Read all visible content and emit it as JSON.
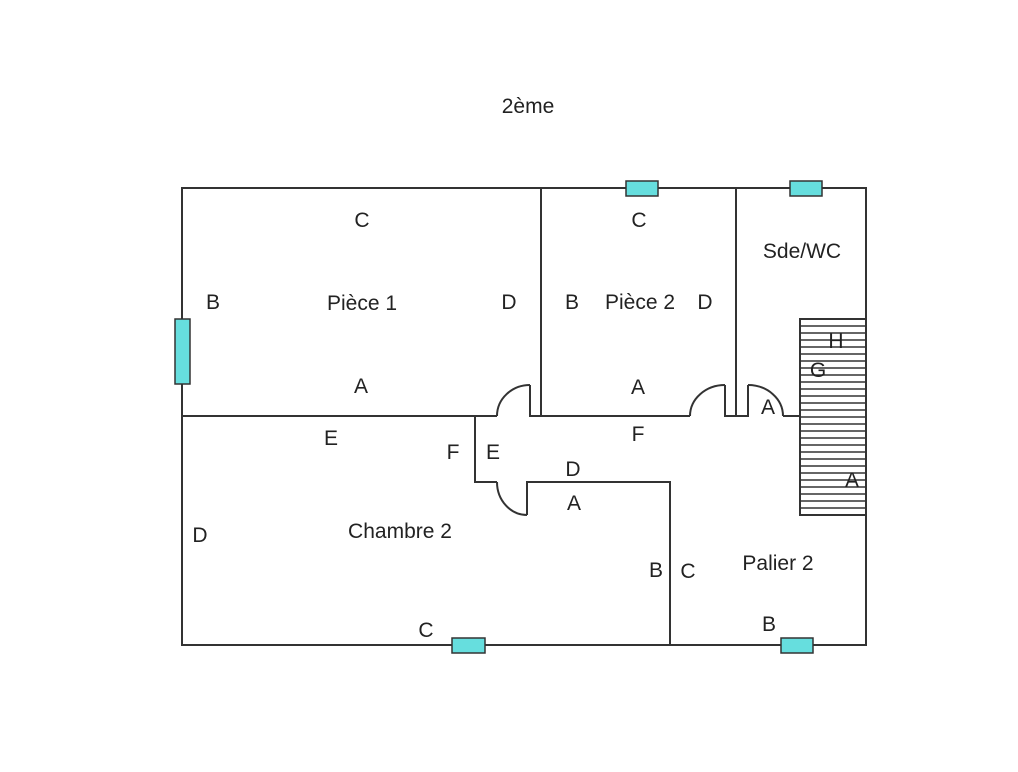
{
  "title": "2ème",
  "rooms": {
    "piece1": "Pièce 1",
    "piece2": "Pièce 2",
    "sdewc": "Sde/WC",
    "chambre2": "Chambre 2",
    "palier2": "Palier 2"
  },
  "wall_labels": {
    "p1_c": "C",
    "p1_b": "B",
    "p1_d": "D",
    "p1_a": "A",
    "p2_c": "C",
    "p2_b": "B",
    "p2_d": "D",
    "p2_a": "A",
    "ch_e": "E",
    "ch_f": "F",
    "ch_d": "D",
    "ch_c": "C",
    "ch_b": "B",
    "ch_a": "A",
    "hall_e": "E",
    "hall_d": "D",
    "hall_f": "F",
    "wc_a": "A",
    "st_h": "H",
    "st_g": "G",
    "st_a": "A",
    "pal_c": "C",
    "pal_b": "B"
  },
  "colors": {
    "window": "#66dede",
    "wall": "#333333"
  }
}
